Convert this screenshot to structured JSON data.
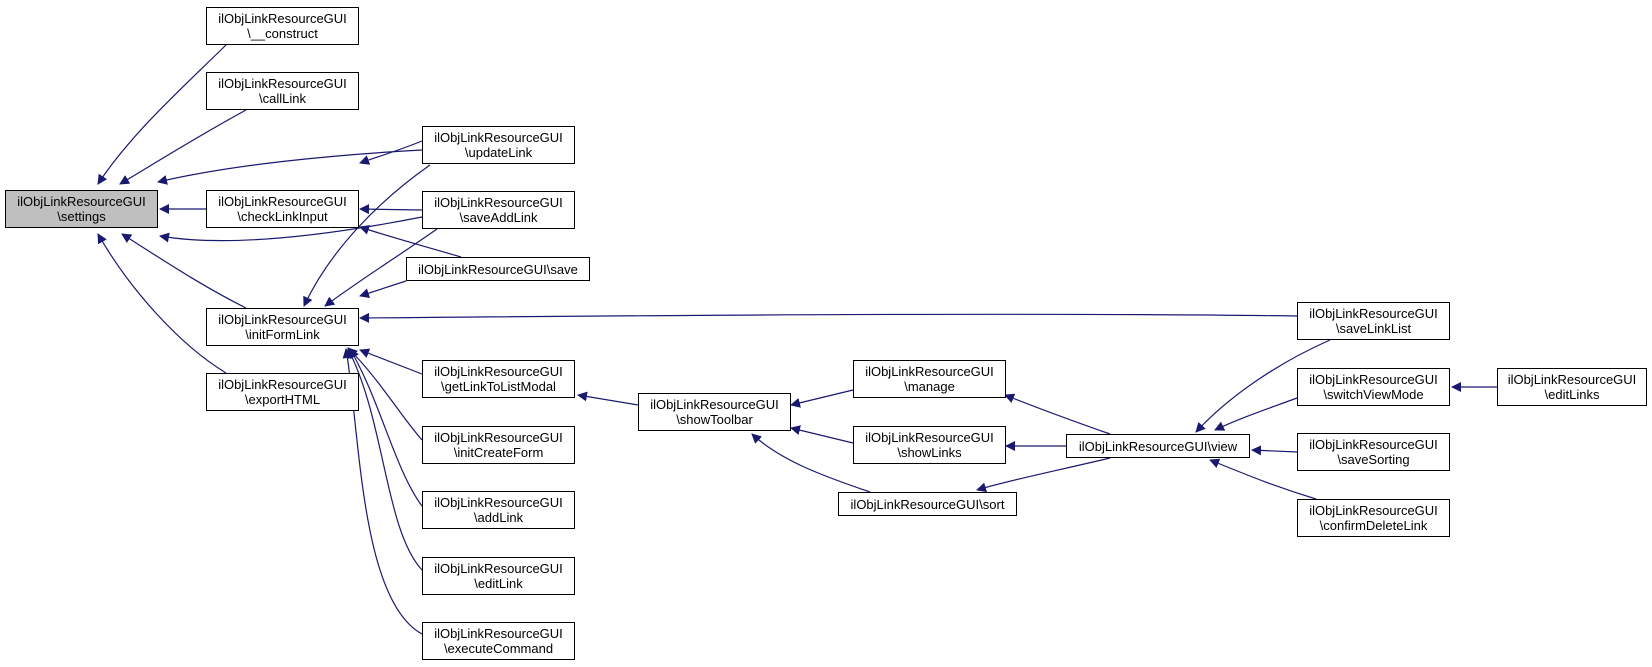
{
  "colors": {
    "edge": "#191970",
    "focus_fill": "#bfbfbf",
    "node_fill": "#ffffff",
    "border": "#000000"
  },
  "nodes": {
    "settings": {
      "line1": "ilObjLinkResourceGUI",
      "line2": "\\settings"
    },
    "construct": {
      "line1": "ilObjLinkResourceGUI",
      "line2": "\\__construct"
    },
    "callLink": {
      "line1": "ilObjLinkResourceGUI",
      "line2": "\\callLink"
    },
    "checkLinkInput": {
      "line1": "ilObjLinkResourceGUI",
      "line2": "\\checkLinkInput"
    },
    "initFormLink": {
      "line1": "ilObjLinkResourceGUI",
      "line2": "\\initFormLink"
    },
    "exportHTML": {
      "line1": "ilObjLinkResourceGUI",
      "line2": "\\exportHTML"
    },
    "updateLink": {
      "line1": "ilObjLinkResourceGUI",
      "line2": "\\updateLink"
    },
    "saveAddLink": {
      "line1": "ilObjLinkResourceGUI",
      "line2": "\\saveAddLink"
    },
    "save": {
      "line1": "ilObjLinkResourceGUI\\save"
    },
    "getLinkToListModal": {
      "line1": "ilObjLinkResourceGUI",
      "line2": "\\getLinkToListModal"
    },
    "initCreateForm": {
      "line1": "ilObjLinkResourceGUI",
      "line2": "\\initCreateForm"
    },
    "addLink": {
      "line1": "ilObjLinkResourceGUI",
      "line2": "\\addLink"
    },
    "editLink": {
      "line1": "ilObjLinkResourceGUI",
      "line2": "\\editLink"
    },
    "executeCommand": {
      "line1": "ilObjLinkResourceGUI",
      "line2": "\\executeCommand"
    },
    "showToolbar": {
      "line1": "ilObjLinkResourceGUI",
      "line2": "\\showToolbar"
    },
    "manage": {
      "line1": "ilObjLinkResourceGUI",
      "line2": "\\manage"
    },
    "showLinks": {
      "line1": "ilObjLinkResourceGUI",
      "line2": "\\showLinks"
    },
    "sort": {
      "line1": "ilObjLinkResourceGUI\\sort"
    },
    "view": {
      "line1": "ilObjLinkResourceGUI\\view"
    },
    "saveLinkList": {
      "line1": "ilObjLinkResourceGUI",
      "line2": "\\saveLinkList"
    },
    "switchViewMode": {
      "line1": "ilObjLinkResourceGUI",
      "line2": "\\switchViewMode"
    },
    "saveSorting": {
      "line1": "ilObjLinkResourceGUI",
      "line2": "\\saveSorting"
    },
    "confirmDeleteLink": {
      "line1": "ilObjLinkResourceGUI",
      "line2": "\\confirmDeleteLink"
    },
    "editLinks": {
      "line1": "ilObjLinkResourceGUI",
      "line2": "\\editLinks"
    }
  }
}
